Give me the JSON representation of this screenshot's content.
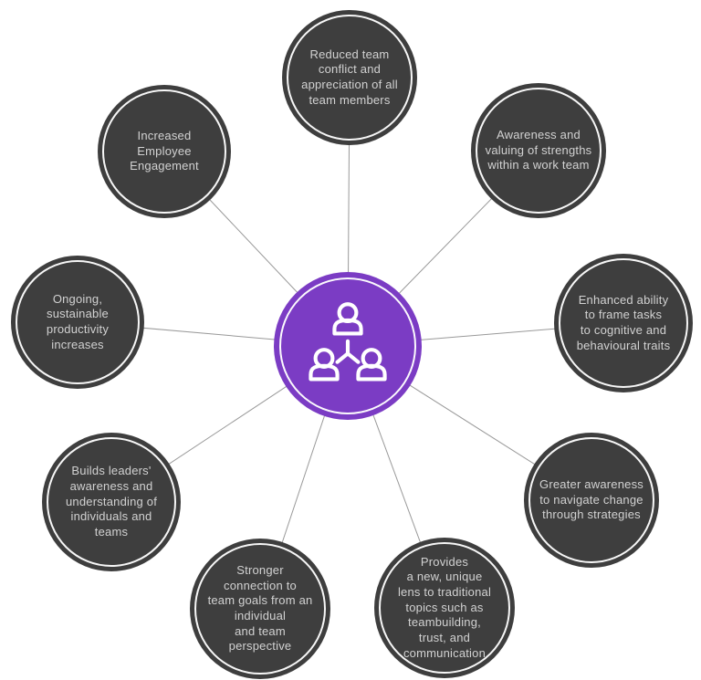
{
  "diagram": {
    "title": "",
    "center": {
      "icon": "team-network-icon"
    },
    "nodes": [
      {
        "id": "reduced-team-conflict",
        "label": [
          "Reduced team",
          "conflict and",
          "appreciation of all",
          "team members"
        ]
      },
      {
        "id": "awareness-valuing-strengths",
        "label": [
          "Awareness and",
          "valuing of strengths",
          "within a work team"
        ]
      },
      {
        "id": "enhanced-ability-frame-tasks",
        "label": [
          "Enhanced ability",
          "to frame tasks",
          "to cognitive and",
          "behavioural traits"
        ]
      },
      {
        "id": "greater-awareness-navigate-change",
        "label": [
          "Greater awareness",
          "to navigate change",
          "through strategies"
        ]
      },
      {
        "id": "provides-new-unique-lens",
        "label": [
          "Provides",
          "a new, unique",
          "lens to traditional",
          "topics such as",
          "teambuilding,",
          "trust, and",
          "communication"
        ]
      },
      {
        "id": "stronger-connection-team-goals",
        "label": [
          "Stronger",
          "connection to",
          "team goals from an",
          "individual",
          "and team",
          "perspective"
        ]
      },
      {
        "id": "builds-leaders-awareness",
        "label": [
          "Builds leaders'",
          "awareness and",
          "understanding of",
          "individuals and",
          "teams"
        ]
      },
      {
        "id": "ongoing-productivity-increases",
        "label": [
          "Ongoing,",
          "sustainable",
          "productivity",
          "increases"
        ]
      },
      {
        "id": "increased-employee-engagement",
        "label": [
          "Increased",
          "Employee",
          "Engagement"
        ]
      }
    ]
  },
  "colors": {
    "node_fill": "#3e3e3e",
    "hub_purple": "#7b3cc4",
    "ring_white": "#ffffff",
    "spoke_gray": "#999999",
    "label_text": "#d2d2d2"
  }
}
